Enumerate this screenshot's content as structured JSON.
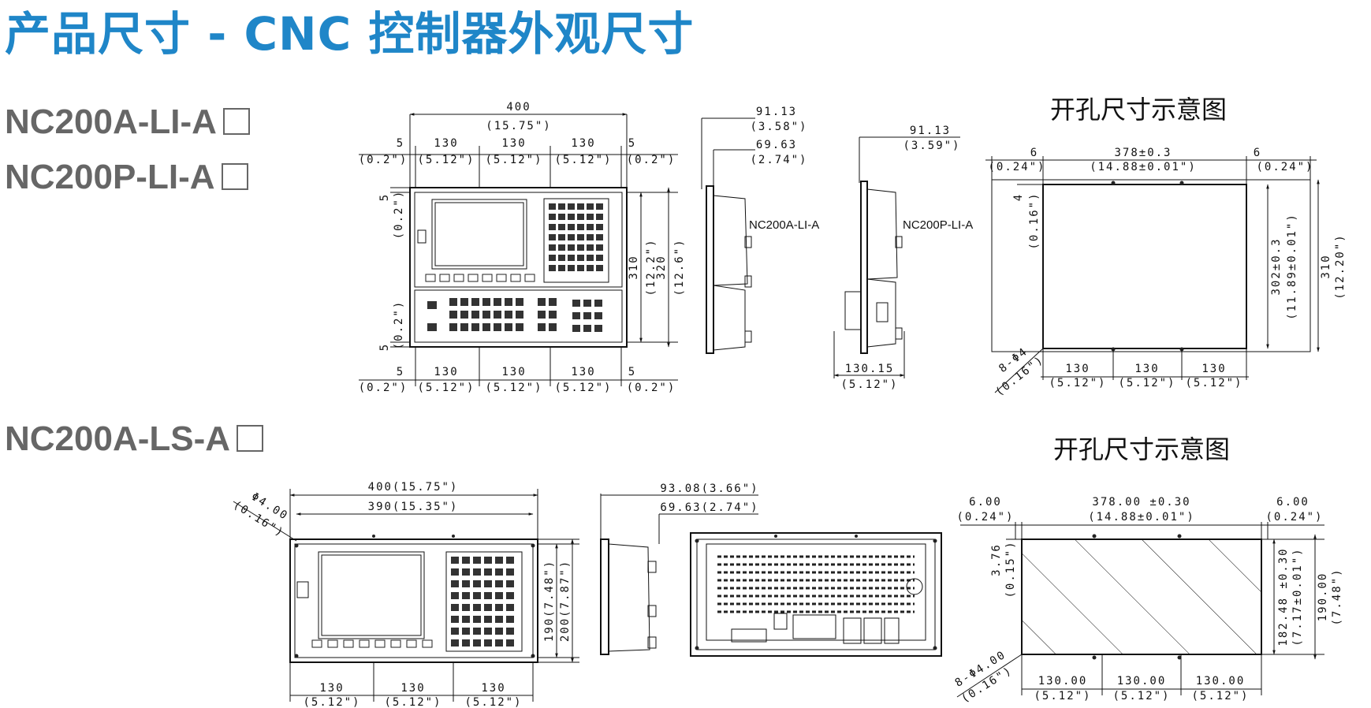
{
  "title": "产品尺寸 - CNC 控制器外观尺寸",
  "models": {
    "m1": "NC200A-LI-A",
    "m2": "NC200P-LI-A",
    "m3": "NC200A-LS-A"
  },
  "side_labels": {
    "a": "NC200A-LI-A",
    "p": "NC200P-LI-A"
  },
  "cutout_caption": "开孔尺寸示意图",
  "d1": {
    "w400": "400",
    "w400in": "(15.75\")",
    "e5": "5",
    "e5in": "(0.2\")",
    "s130": "130",
    "s130in": "(5.12\")",
    "h310": "310",
    "h310in": "(12.2\")",
    "h320": "320",
    "h320in": "(12.6\")",
    "v5": "5",
    "v5in": "(0.2\")"
  },
  "d2": {
    "a": "91.13",
    "ain": "(3.58\")",
    "b": "69.63",
    "bin": "(2.74\")"
  },
  "d3": {
    "a": "91.13",
    "ain": "(3.59\")",
    "c": "130.15",
    "cin": "(5.12\")"
  },
  "c1": {
    "e6": "6",
    "e6in": "(0.24\")",
    "w": "378±0.3",
    "win": "(14.88±0.01\")",
    "t4": "4",
    "t4in": "(0.16\")",
    "h": "302±0.3",
    "hin": "(11.89±0.01\")",
    "h310": "310",
    "h310in": "(12.20\")",
    "hole": "8-Φ4",
    "holein": "(0.16\")",
    "s130": "130",
    "s130in": "(5.12\")"
  },
  "d4": {
    "hole": "Φ4.00",
    "holein": "(0.16\")",
    "w400": "400(15.75\")",
    "w390": "390(15.35\")",
    "h190": "190(7.48\")",
    "h200": "200(7.87\")",
    "s130": "130",
    "s130in": "(5.12\")"
  },
  "d5": {
    "a": "93.08(3.66\")",
    "b": "69.63(2.74\")"
  },
  "c2": {
    "e6": "6.00",
    "e6in": "(0.24\")",
    "w": "378.00 ±0.30",
    "win": "(14.88±0.01\")",
    "t": "3.76",
    "tin": "(0.15\")",
    "h": "182.48 ±0.30",
    "hin": "(7.17±0.01\")",
    "h190": "190.00",
    "h190in": "(7.48\")",
    "hole": "8-Φ4.00",
    "holein": "(0.16\")",
    "s130": "130.00",
    "s130in": "(5.12\")"
  }
}
